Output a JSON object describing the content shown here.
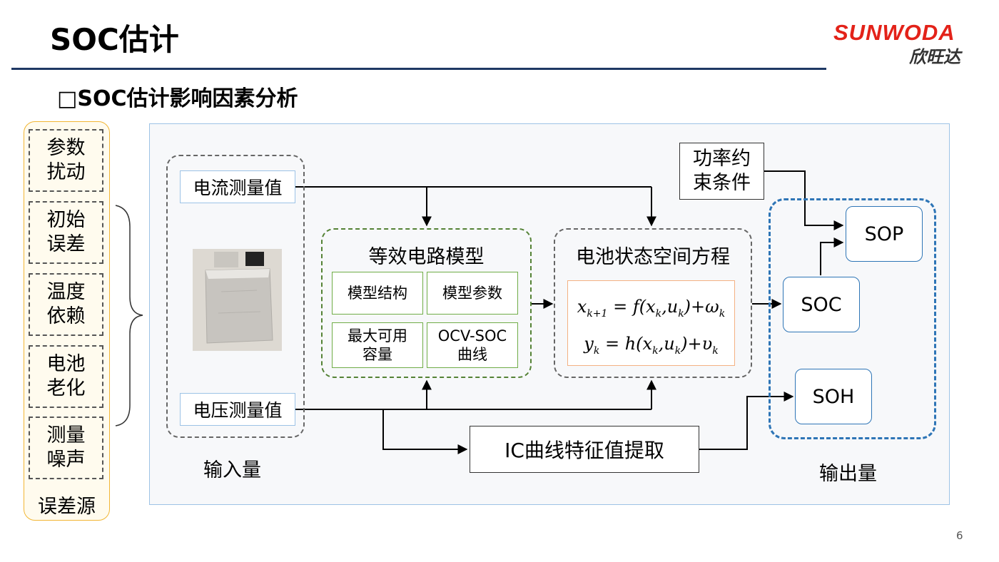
{
  "header": {
    "title": "SOC估计",
    "logo_text": "SUNWODA",
    "logo_cn": "欣旺达"
  },
  "subtitle": "□SOC估计影响因素分析",
  "error_sources": {
    "items": [
      "参数\n扰动",
      "初始\n误差",
      "温度\n依赖",
      "电池\n老化",
      "测量\n噪声"
    ],
    "label": "误差源"
  },
  "inputs": {
    "current": "电流测量值",
    "voltage": "电压测量值",
    "label": "输入量"
  },
  "ecm": {
    "title": "等效电路模型",
    "cells": [
      "模型结构",
      "模型参数",
      "最大可用\n容量",
      "OCV-SOC\n曲线"
    ]
  },
  "state_space": {
    "title": "电池状态空间方程"
  },
  "power_constraint": "功率约\n束条件",
  "outputs": {
    "sop": "SOP",
    "soc": "SOC",
    "soh": "SOH",
    "label": "输出量"
  },
  "ic_extraction": "IC曲线特征值提取",
  "page_number": "6",
  "colors": {
    "title_rule": "#1f3864",
    "logo_red": "#e32219",
    "ecm_green": "#548235",
    "output_blue": "#2e75b6",
    "source_border": "#f2b634"
  }
}
